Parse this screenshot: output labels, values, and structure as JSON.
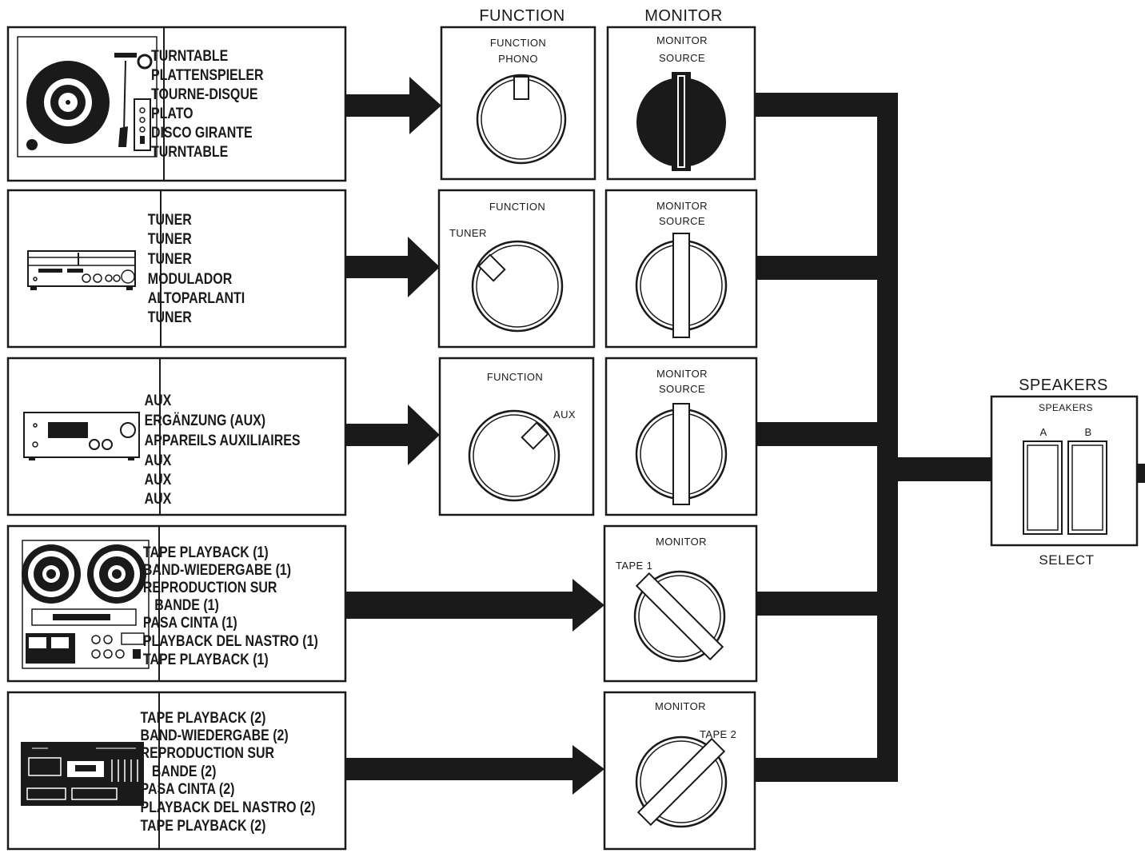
{
  "headers": {
    "function": "FUNCTION",
    "monitor": "MONITOR",
    "speakers": "SPEAKERS"
  },
  "rows": [
    {
      "id": "turntable",
      "device_icon": "turntable-icon",
      "lines": [
        "TURNTABLE",
        "PLATTENSPIELER",
        "TOURNE-DISQUE",
        "PLATO",
        "DISCO GIRANTE",
        "TURNTABLE"
      ],
      "function_panel": {
        "title": "FUNCTION",
        "position_label": "PHONO"
      },
      "monitor_panel": {
        "title": "MONITOR",
        "position_label": "SOURCE"
      }
    },
    {
      "id": "tuner",
      "device_icon": "tuner-icon",
      "lines": [
        "TUNER",
        "TUNER",
        "TUNER",
        "MODULADOR",
        "ALTOPARLANTI",
        "TUNER"
      ],
      "function_panel": {
        "title": "FUNCTION",
        "position_label": "TUNER"
      },
      "monitor_panel": {
        "title": "MONITOR",
        "position_label": "SOURCE"
      }
    },
    {
      "id": "aux",
      "device_icon": "aux-amplifier-icon",
      "lines": [
        "AUX",
        "ERGÄNZUNG (AUX)",
        "APPAREILS AUXILIAIRES",
        "AUX",
        "AUX",
        "AUX"
      ],
      "function_panel": {
        "title": "FUNCTION",
        "position_label": "AUX"
      },
      "monitor_panel": {
        "title": "MONITOR",
        "position_label": "SOURCE"
      }
    },
    {
      "id": "tape1",
      "device_icon": "reel-to-reel-icon",
      "lines": [
        "TAPE PLAYBACK (1)",
        "BAND-WIEDERGABE (1)",
        "REPRODUCTION SUR",
        "BANDE (1)",
        "PASA CINTA (1)",
        "PLAYBACK DEL NASTRO (1)",
        "TAPE PLAYBACK (1)"
      ],
      "monitor_panel": {
        "title": "MONITOR",
        "position_label": "TAPE 1"
      }
    },
    {
      "id": "tape2",
      "device_icon": "cassette-deck-icon",
      "lines": [
        "TAPE PLAYBACK (2)",
        "BAND-WIEDERGABE (2)",
        "REPRODUCTION SUR",
        "BANDE (2)",
        "PASA CINTA (2)",
        "PLAYBACK DEL NASTRO (2)",
        "TAPE PLAYBACK (2)"
      ],
      "monitor_panel": {
        "title": "MONITOR",
        "position_label": "TAPE 2"
      }
    }
  ],
  "speakers_panel": {
    "title": "SPEAKERS",
    "button_a": "A",
    "button_b": "B",
    "footer": "SELECT"
  },
  "colors": {
    "ink": "#1a1a1a",
    "paper": "#ffffff"
  }
}
